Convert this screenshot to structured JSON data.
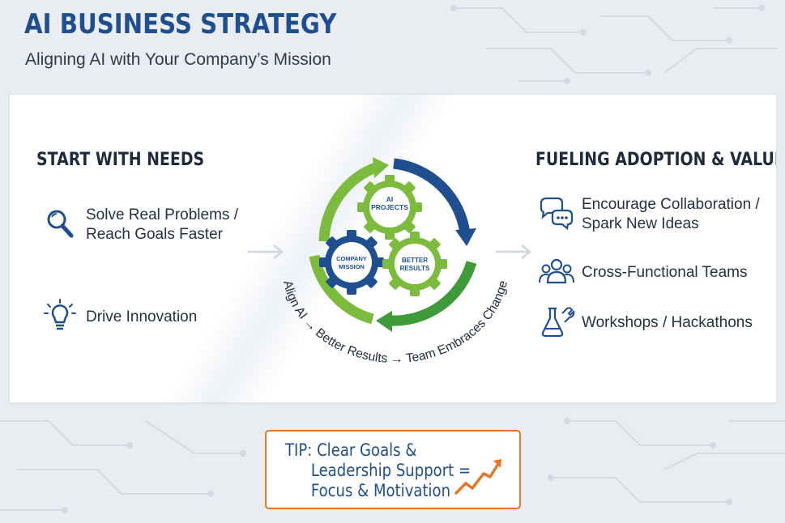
{
  "header": {
    "title": "AI BUSINESS STRATEGY",
    "subtitle": "Aligning AI with Your Company’s Mission"
  },
  "left": {
    "title": "START WITH NEEDS",
    "items": [
      {
        "icon": "magnifier-icon",
        "label": "Solve Real Problems /\nReach Goals Faster"
      },
      {
        "icon": "lightbulb-icon",
        "label": "Drive Innovation"
      }
    ]
  },
  "center": {
    "gears": [
      "AI PROJECTS",
      "COMPANY MISSION",
      "BETTER RESULTS"
    ],
    "cycle_caption": "Align AI → Better Results → Team Embraces Change"
  },
  "right": {
    "title": "FUELING ADOPTION & VALUE",
    "items": [
      {
        "icon": "chat-bubbles-icon",
        "label": "Encourage Collaboration /\nSpark New Ideas"
      },
      {
        "icon": "team-icon",
        "label": "Cross-Functional Teams"
      },
      {
        "icon": "lab-flask-icon",
        "label": "Workshops / Hackathons"
      }
    ]
  },
  "tip": {
    "line1": "TIP: Clear Goals &",
    "line2": "Leadership Support =",
    "line3": "Focus & Motivation"
  },
  "colors": {
    "navy": "#1f4f8f",
    "green": "#7dbb3f",
    "dark_green": "#3f9a3a",
    "orange": "#e0772a"
  }
}
